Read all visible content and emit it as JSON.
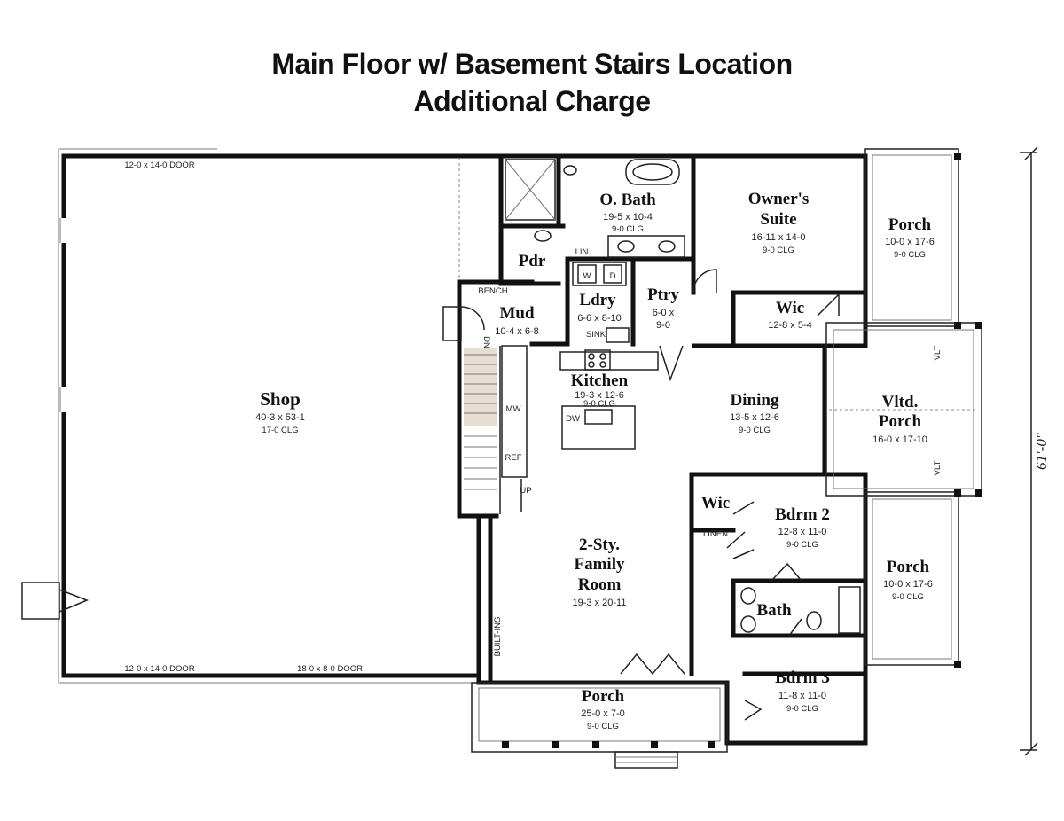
{
  "title": {
    "line1": "Main Floor w/ Basement Stairs Location",
    "line2": "Additional Charge"
  },
  "rooms": {
    "shop": {
      "name": "Shop",
      "size": "40-3 x 53-1",
      "clg": "17-0 CLG"
    },
    "obath": {
      "name": "O. Bath",
      "size": "19-5 x 10-4",
      "clg": "9-0 CLG"
    },
    "owners": {
      "name1": "Owner's",
      "name2": "Suite",
      "size": "16-11 x 14-0",
      "clg": "9-0 CLG"
    },
    "porch_ne": {
      "name": "Porch",
      "size": "10-0 x 17-6",
      "clg": "9-0 CLG"
    },
    "pdr": {
      "name": "Pdr"
    },
    "ldry": {
      "name": "Ldry",
      "size": "6-6 x 8-10"
    },
    "ptry": {
      "name": "Ptry",
      "size1": "6-0 x",
      "size2": "9-0"
    },
    "wic_owner": {
      "name": "Wic",
      "size": "12-8 x 5-4"
    },
    "mud": {
      "name": "Mud",
      "size": "10-4 x 6-8"
    },
    "kitchen": {
      "name": "Kitchen",
      "size": "19-3 x 12-6",
      "clg": "9-0 CLG"
    },
    "dining": {
      "name": "Dining",
      "size": "13-5 x 12-6",
      "clg": "9-0 CLG"
    },
    "vltd_porch": {
      "name1": "Vltd.",
      "name2": "Porch",
      "size": "16-0 x 17-10"
    },
    "wic2": {
      "name": "Wic"
    },
    "bdrm2": {
      "name": "Bdrm 2",
      "size": "12-8 x 11-0",
      "clg": "9-0 CLG"
    },
    "porch_e": {
      "name": "Porch",
      "size": "10-0 x 17-6",
      "clg": "9-0 CLG"
    },
    "family": {
      "name1": "2-Sty.",
      "name2": "Family",
      "name3": "Room",
      "size": "19-3 x 20-11"
    },
    "bath": {
      "name": "Bath"
    },
    "bdrm3": {
      "name": "Bdrm 3",
      "size": "11-8 x 11-0",
      "clg": "9-0 CLG"
    },
    "porch_s": {
      "name": "Porch",
      "size": "25-0 x 7-0",
      "clg": "9-0 CLG"
    }
  },
  "labels": {
    "door_top": "12-0 x 14-0 DOOR",
    "door_bottom_left": "12-0 x 14-0 DOOR",
    "door_bottom_right": "18-0 x 8-0 DOOR",
    "bench": "BENCH",
    "lin": "LIN",
    "sink": "SINK",
    "washer": "W",
    "dryer": "D",
    "mw": "MW",
    "ref": "REF",
    "dw": "DW",
    "dn": "DN",
    "up": "UP",
    "linen": "LINEN",
    "built_ins": "BUILT-INS",
    "vlt_top": "VLT",
    "vlt_bottom": "VLT",
    "overall_dim": "61'-0\""
  }
}
